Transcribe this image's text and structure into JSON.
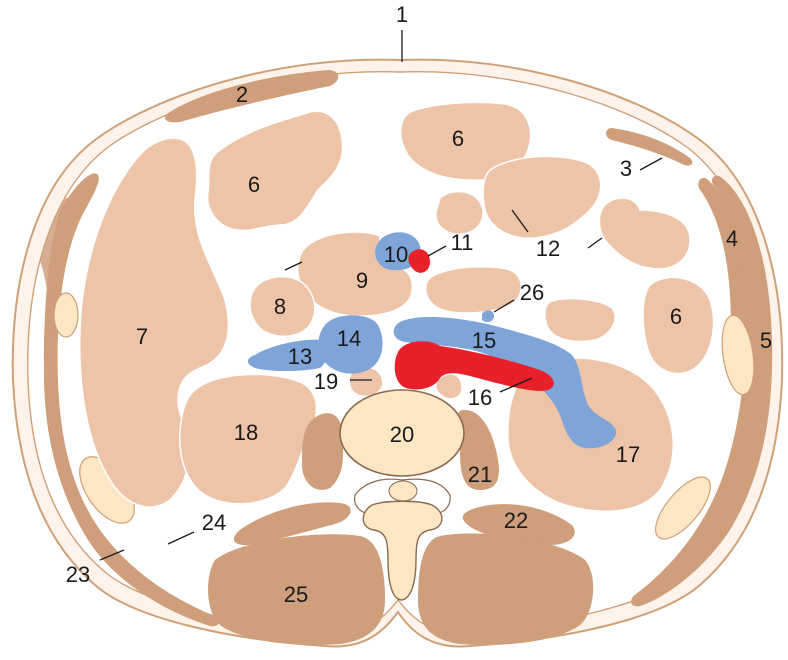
{
  "labels": {
    "l1": "1",
    "l2": "2",
    "l3": "3",
    "l4": "4",
    "l5": "5",
    "l6a": "6",
    "l6b": "6",
    "l6c": "6",
    "l7": "7",
    "l8": "8",
    "l9": "9",
    "l10": "10",
    "l11": "11",
    "l12": "12",
    "l13": "13",
    "l14": "14",
    "l15": "15",
    "l16": "16",
    "l17": "17",
    "l18": "18",
    "l19": "19",
    "l20": "20",
    "l21": "21",
    "l22": "22",
    "l23": "23",
    "l24": "24",
    "l25": "25",
    "l26": "26"
  },
  "colors": {
    "background": "#ffffff",
    "skin_fill": "#fdf3ea",
    "outline": "#cfa078",
    "muscle": "#cf9f7c",
    "organ": "#eec4a8",
    "bone_cartilage": "#fde6c4",
    "vein": "#7ea4d8",
    "artery": "#e8202a",
    "text": "#1a1a1a"
  }
}
